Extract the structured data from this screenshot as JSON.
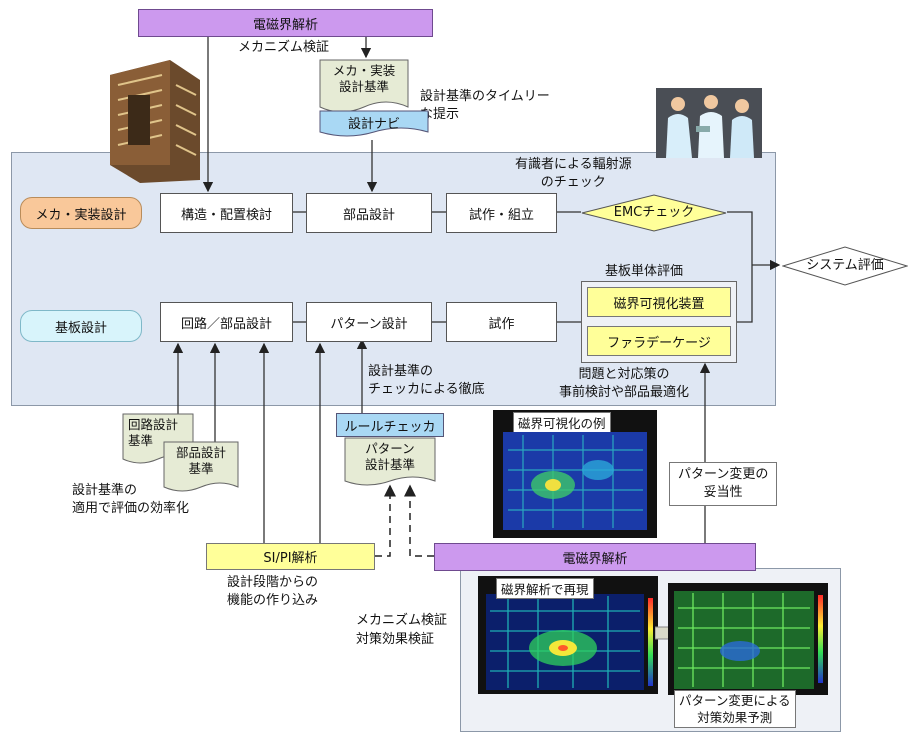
{
  "top": {
    "em_analysis": "電磁界解析",
    "mechanism": "メカニズム検証",
    "mecha_std": "メカ・実装\n設計基準",
    "timely": "設計基準のタイムリー\nな提示",
    "design_navi": "設計ナビ"
  },
  "rows": {
    "mecha_label": "メカ・実装設計",
    "board_label": "基板設計",
    "mecha_boxes": [
      "構造・配置検討",
      "部品設計",
      "試作・組立"
    ],
    "board_boxes": [
      "回路／部品設計",
      "パターン設計",
      "試作"
    ],
    "emc": "EMCチェック",
    "expert": "有識者による輻射源\nのチェック",
    "board_eval": "基板単体評価",
    "field_vis": "磁界可視化装置",
    "faraday": "ファラデーケージ",
    "system_eval": "システム評価",
    "problem": "問題と対応策の\n事前検討や部品最適化"
  },
  "bottom": {
    "circuit_std": "回路設計\n基準",
    "parts_std": "部品設計\n基準",
    "apply_std": "設計基準の\n適用で評価の効率化",
    "checker_thorough": "設計基準の\nチェッカによる徹底",
    "rule_checker": "ルールチェッカ",
    "pattern_std": "パターン\n設計基準",
    "vis_example": "磁界可視化の例",
    "pattern_valid": "パターン変更の\n妥当性",
    "sipi": "SI/PI解析",
    "built_in": "設計段階からの\n機能の作り込み",
    "em_analysis2": "電磁界解析",
    "mech_verify": "メカニズム検証\n対策効果検証",
    "reproduce": "磁界解析で再現",
    "predict": "パターン変更による\n対策効果予測"
  },
  "colors": {
    "purple": "#cc99ee",
    "yellow": "#ffff99",
    "orange": "#f9c89a",
    "cyan": "#d8f4fb",
    "navi": "#a9d8f4",
    "panel": "#dfe7f3"
  }
}
